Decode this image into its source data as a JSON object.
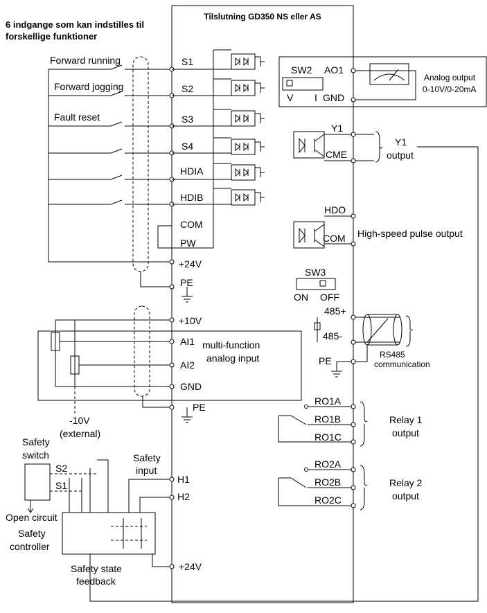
{
  "header": {
    "inputs_note_line1": "6 indgange som kan indstilles til",
    "inputs_note_line2": "forskellige funktioner",
    "box_title": "Tilslutning GD350 NS eller AS"
  },
  "digital_inputs": {
    "forward_running": "Forward running",
    "forward_jogging": "Forward jogging",
    "fault_reset": "Fault reset",
    "s1": "S1",
    "s2": "S2",
    "s3": "S3",
    "s4": "S4",
    "hdia": "HDIA",
    "hdib": "HDIB",
    "com": "COM",
    "pw": "PW",
    "plus24v": "+24V",
    "pe": "PE"
  },
  "analog_inputs": {
    "plus10v": "+10V",
    "ai1": "AI1",
    "ai2": "AI2",
    "gnd": "GND",
    "pe": "PE",
    "label_line1": "multi-function",
    "label_line2": "analog input",
    "minus10v": "-10V",
    "external": "(external)"
  },
  "safety": {
    "safety_switch_line1": "Safety",
    "safety_switch_line2": "switch",
    "s2": "S2",
    "s1": "S1",
    "safety_input_line1": "Safety",
    "safety_input_line2": "input",
    "h1": "H1",
    "h2": "H2",
    "open_circuit": "Open circuit",
    "controller_line1": "Safety",
    "controller_line2": "controller",
    "feedback_line1": "Safety state",
    "feedback_line2": "feedback",
    "plus24v": "+24V"
  },
  "analog_output": {
    "sw2": "SW2",
    "ao1": "AO1",
    "v": "V",
    "i": "I",
    "gnd": "GND",
    "label_line1": "Analog output",
    "label_line2": "0-10V/0-20mA"
  },
  "y1_output": {
    "y1": "Y1",
    "cme": "CME",
    "label_line1": "Y1",
    "label_line2": "output"
  },
  "hdo_output": {
    "hdo": "HDO",
    "com": "COM",
    "label": "High-speed pulse output"
  },
  "sw3": {
    "sw3": "SW3",
    "on": "ON",
    "off": "OFF"
  },
  "rs485": {
    "plus": "485+",
    "minus": "485-",
    "pe": "PE",
    "label_line1": "RS485",
    "label_line2": "communication"
  },
  "relay1": {
    "ro1a": "RO1A",
    "ro1b": "RO1B",
    "ro1c": "RO1C",
    "label_line1": "Relay 1",
    "label_line2": "output"
  },
  "relay2": {
    "ro2a": "RO2A",
    "ro2b": "RO2B",
    "ro2c": "RO2C",
    "label_line1": "Relay 2",
    "label_line2": "output"
  }
}
